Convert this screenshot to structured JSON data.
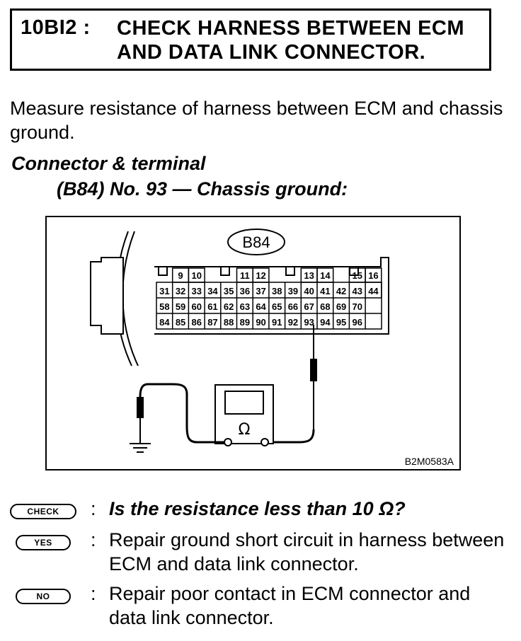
{
  "header": {
    "code": "10BI2 :",
    "title_line1": "CHECK HARNESS BETWEEN ECM",
    "title_line2": "AND DATA LINK CONNECTOR."
  },
  "intro": "Measure resistance of harness between ECM and chassis ground.",
  "connector": {
    "heading": "Connector & terminal",
    "spec": "(B84) No. 93 — Chassis ground:"
  },
  "figure": {
    "connector_label": "B84",
    "row1": [
      "9",
      "10",
      "11",
      "12",
      "13",
      "14",
      "15",
      "16"
    ],
    "row2": [
      "31",
      "32",
      "33",
      "34",
      "35",
      "36",
      "37",
      "38",
      "39",
      "40",
      "41",
      "42",
      "43",
      "44"
    ],
    "row3": [
      "58",
      "59",
      "60",
      "61",
      "62",
      "63",
      "64",
      "65",
      "66",
      "67",
      "68",
      "69",
      "70"
    ],
    "row4": [
      "84",
      "85",
      "86",
      "87",
      "88",
      "89",
      "90",
      "91",
      "92",
      "93",
      "94",
      "95",
      "96"
    ],
    "ohm_symbol": "Ω",
    "figure_id": "B2M0583A"
  },
  "check": {
    "check_badge": "CHECK",
    "question": "Is the resistance less than 10 Ω?",
    "yes_badge": "YES",
    "yes_answer": "Repair ground short circuit in harness between ECM and data link connector.",
    "no_badge": "NO",
    "no_answer": "Repair poor contact in ECM connector and data link connector."
  }
}
